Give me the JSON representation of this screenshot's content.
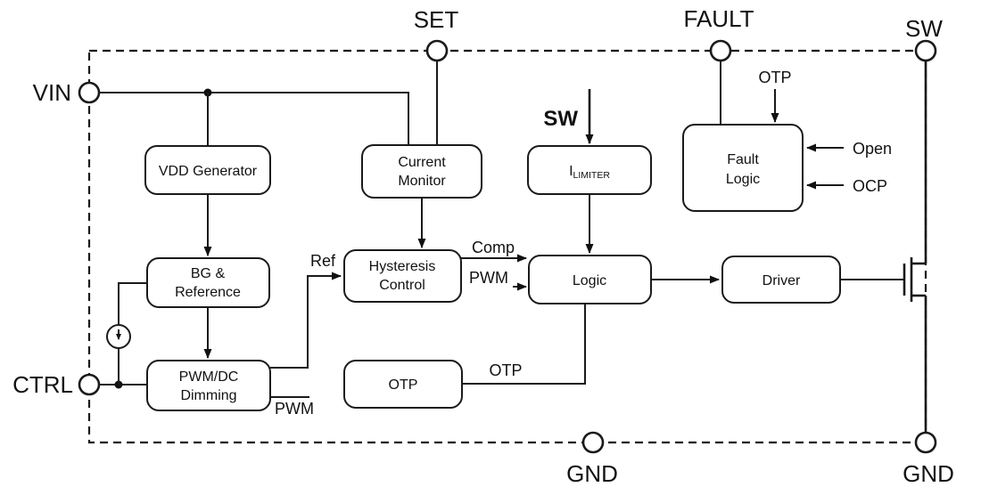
{
  "pins": {
    "vin": "VIN",
    "set": "SET",
    "fault": "FAULT",
    "sw": "SW",
    "ctrl": "CTRL",
    "gnd_bottom": "GND",
    "gnd_right": "GND"
  },
  "blocks": {
    "vdd_generator": {
      "label": "VDD Generator"
    },
    "current_monitor": {
      "line1": "Current",
      "line2": "Monitor"
    },
    "i_limiter": {
      "main": "I",
      "sub": "LIMITER"
    },
    "fault_logic": {
      "line1": "Fault",
      "line2": "Logic"
    },
    "bg_reference": {
      "line1": "BG &",
      "line2": "Reference"
    },
    "hysteresis_control": {
      "line1": "Hysteresis",
      "line2": "Control"
    },
    "logic": {
      "label": "Logic"
    },
    "driver": {
      "label": "Driver"
    },
    "pwm_dc_dimming": {
      "line1": "PWM/DC",
      "line2": "Dimming"
    },
    "otp": {
      "label": "OTP"
    }
  },
  "signals": {
    "otp_top": "OTP",
    "open": "Open",
    "ocp": "OCP",
    "sw_internal": "SW",
    "ref": "Ref",
    "comp": "Comp",
    "pwm_in": "PWM",
    "pwm_out": "PWM",
    "otp_signal": "OTP"
  },
  "colors": {
    "stroke": "#1a1a1a",
    "background": "#ffffff"
  }
}
